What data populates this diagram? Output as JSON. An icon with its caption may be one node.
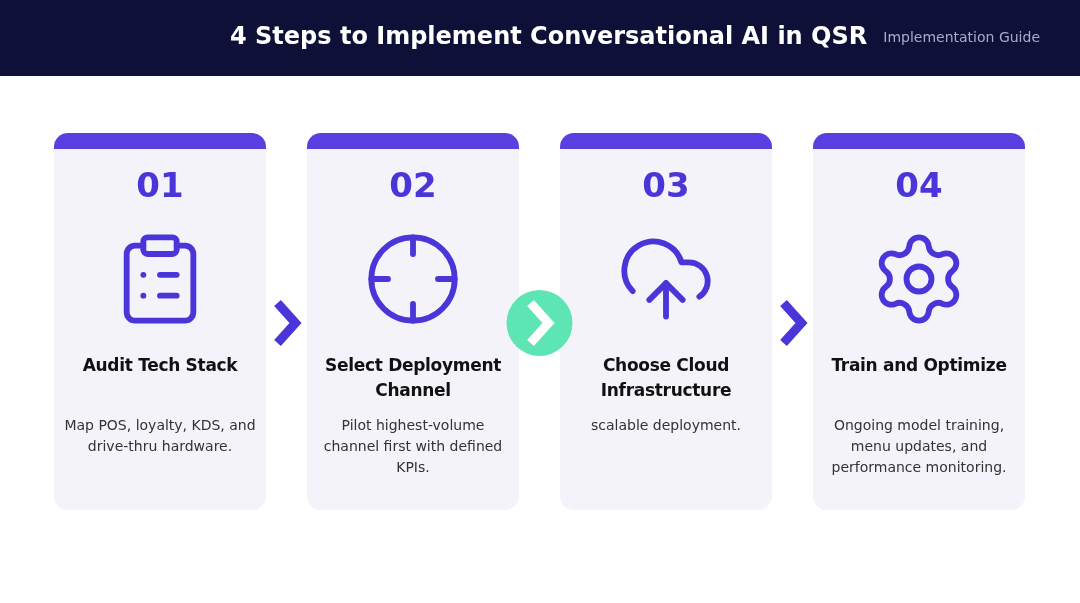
{
  "diagram": {
    "title": "4 Steps to Implement Conversational AI in QSR",
    "nodes": [
      {
        "text": [
          "01",
          "Audit Tech Stack",
          "Map POS, loyalty, KDS, and drive-thru hardware."
        ]
      },
      {
        "text": [
          "02",
          "Select Deployment Channel",
          "Pilot highest-volume channel first with defined KPIs."
        ]
      },
      {
        "text": [
          "03",
          "Choose Cloud Infrastructure",
          "scalable deployment."
        ]
      },
      {
        "text": [
          "04",
          "Train and Optimize",
          "Ongoing model training, menu updates, and performance monitoring."
        ]
      }
    ],
    "edges": [
      {
        "from": 0,
        "to": 1,
        "arrow": "to"
      },
      {
        "from": 1,
        "to": 2,
        "arrow": "to",
        "color": "#ffffff"
      },
      {
        "from": 2,
        "to": 3,
        "arrow": "to"
      }
    ],
    "labels": [
      "Implementation Guide"
    ]
  }
}
